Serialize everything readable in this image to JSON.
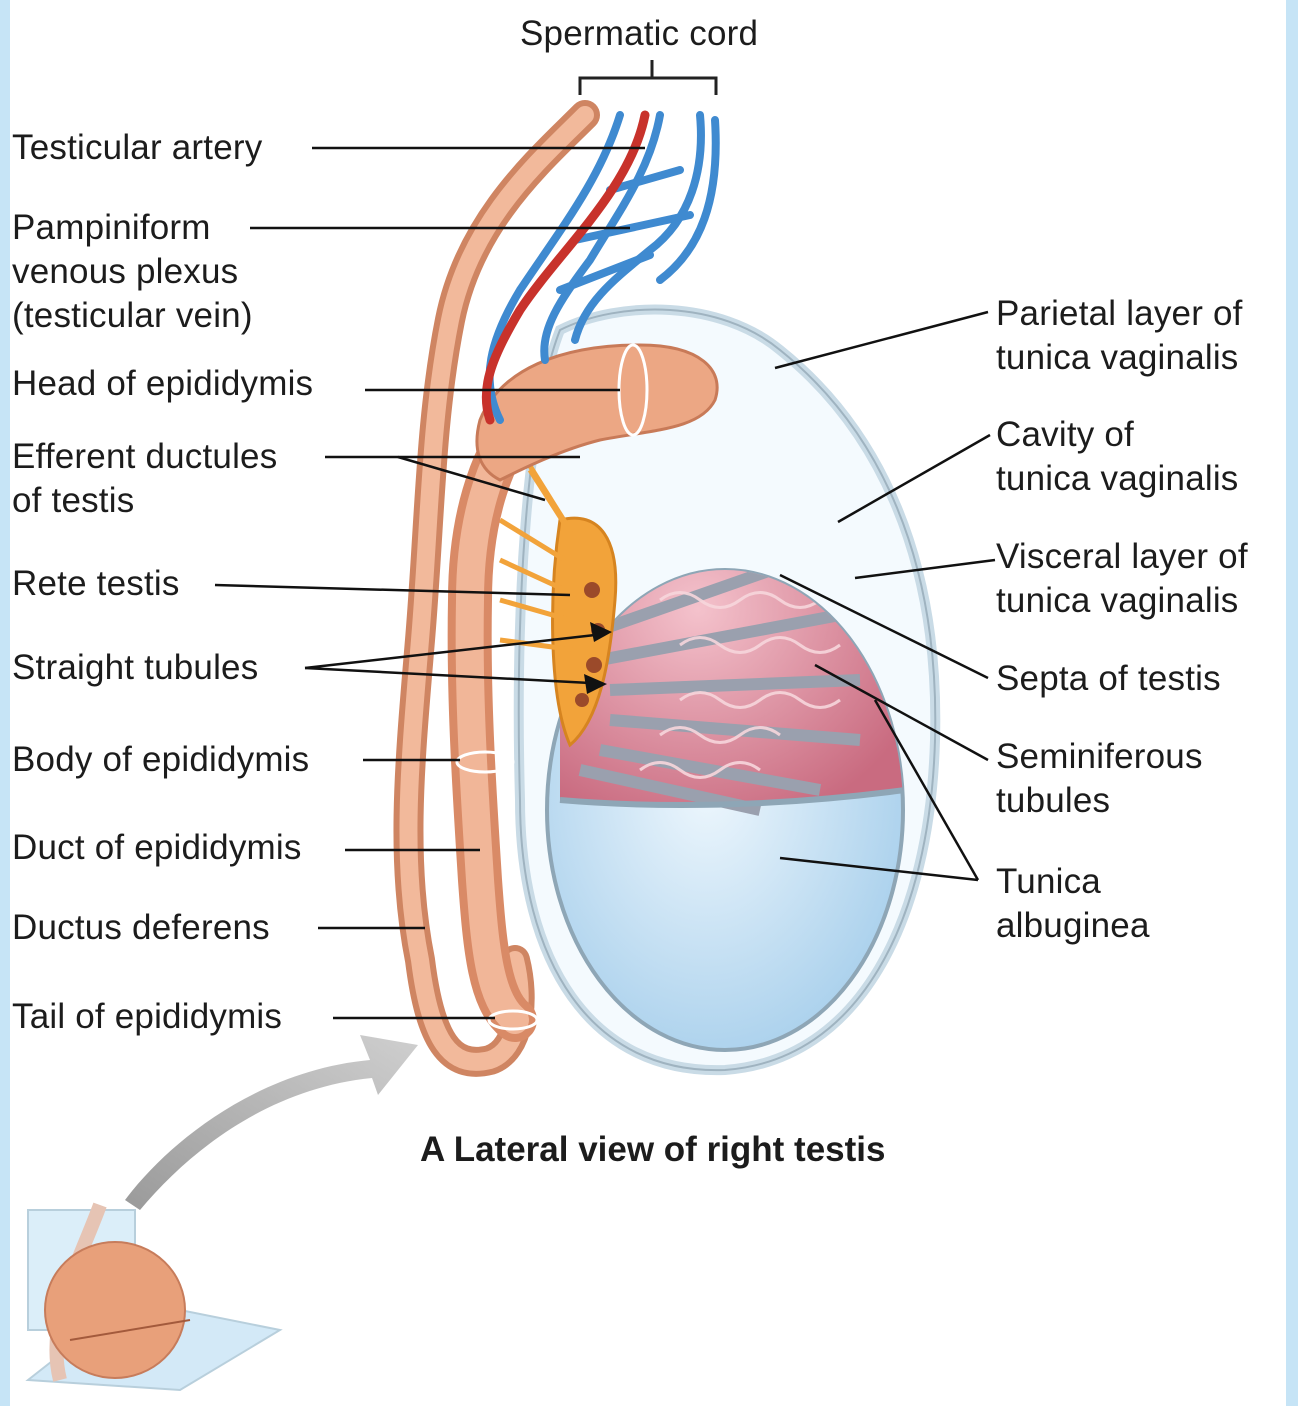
{
  "caption": "A Lateral view of right testis",
  "spermatic_cord": "Spermatic cord",
  "left_labels": {
    "testicular_artery": "Testicular artery",
    "pampiniform_plexus": "Pampiniform\nvenous plexus\n(testicular vein)",
    "head_of_epididymis": "Head of epididymis",
    "efferent_ductules": "Efferent ductules\nof testis",
    "rete_testis": "Rete testis",
    "straight_tubules": "Straight tubules",
    "body_of_epididymis": "Body of epididymis",
    "duct_of_epididymis": "Duct of epididymis",
    "ductus_deferens": "Ductus deferens",
    "tail_of_epididymis": "Tail of epididymis"
  },
  "right_labels": {
    "parietal_layer": "Parietal layer of\ntunica vaginalis",
    "cavity": "Cavity of\ntunica vaginalis",
    "visceral_layer": "Visceral layer of\ntunica vaginalis",
    "septa": "Septa of testis",
    "seminiferous_tubules": "Seminiferous\ntubules",
    "tunica_albuginea": "Tunica\nalbuginea"
  },
  "colors": {
    "frame": "#c6e4f6",
    "vein": "#3f8ad0",
    "artery": "#c8322b",
    "duct": "#e9a582",
    "rete": "#f2a33a",
    "tubules": "#d97b8f",
    "tunica": "#bcdcf2"
  }
}
